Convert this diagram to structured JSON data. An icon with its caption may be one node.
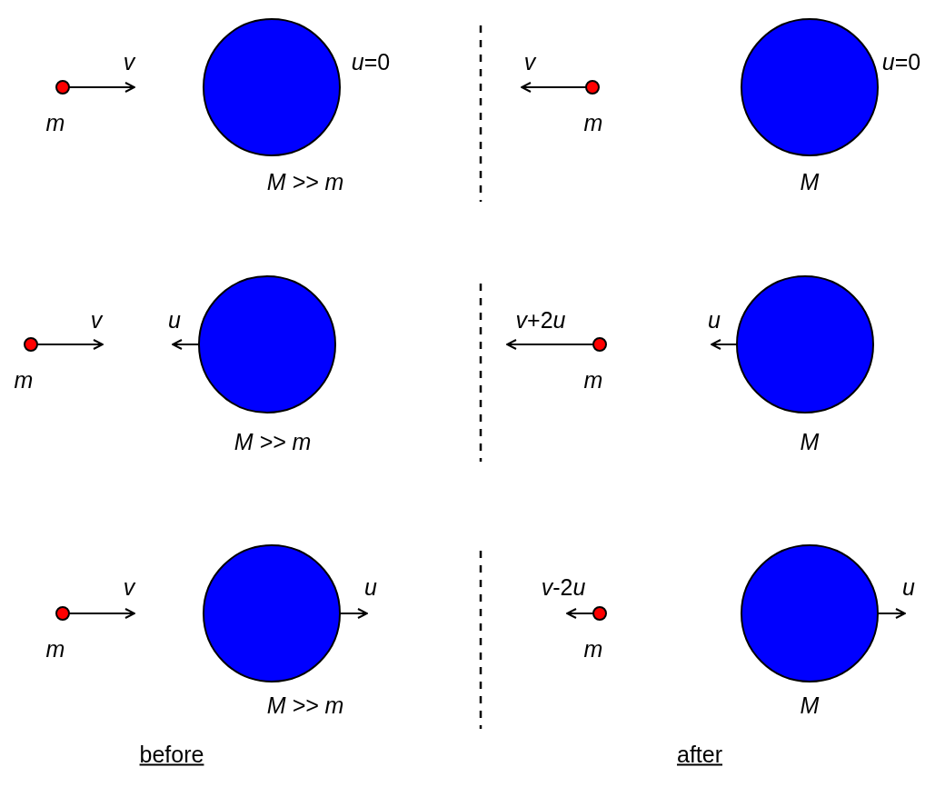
{
  "diagram": {
    "nodes": [
      {
        "text": [],
        "shape": "circle",
        "beside": [
          "m"
        ]
      },
      {
        "text": [],
        "shape": "circle",
        "beside": [
          "u=0",
          "M >> m"
        ]
      },
      {
        "text": [],
        "shape": "circle",
        "beside": [
          "m"
        ]
      },
      {
        "text": [],
        "shape": "circle",
        "beside": [
          "u=0",
          "M"
        ]
      },
      {
        "text": [],
        "shape": "circle",
        "beside": [
          "m"
        ]
      },
      {
        "text": [],
        "shape": "circle",
        "beside": [
          "M >> m"
        ]
      },
      {
        "text": [],
        "shape": "circle",
        "beside": [
          "m"
        ]
      },
      {
        "text": [],
        "shape": "circle",
        "beside": [
          "M"
        ]
      },
      {
        "text": [],
        "shape": "circle",
        "beside": [
          "m"
        ]
      },
      {
        "text": [],
        "shape": "circle",
        "beside": [
          "M >> m"
        ]
      },
      {
        "text": [],
        "shape": "circle",
        "beside": [
          "m"
        ]
      },
      {
        "text": [],
        "shape": "circle",
        "beside": [
          "M"
        ]
      }
    ],
    "labels": [
      "v",
      "v",
      "v",
      "u",
      "v+2u",
      "u",
      "v",
      "u",
      "v-2u",
      "u",
      "before",
      "after"
    ]
  }
}
